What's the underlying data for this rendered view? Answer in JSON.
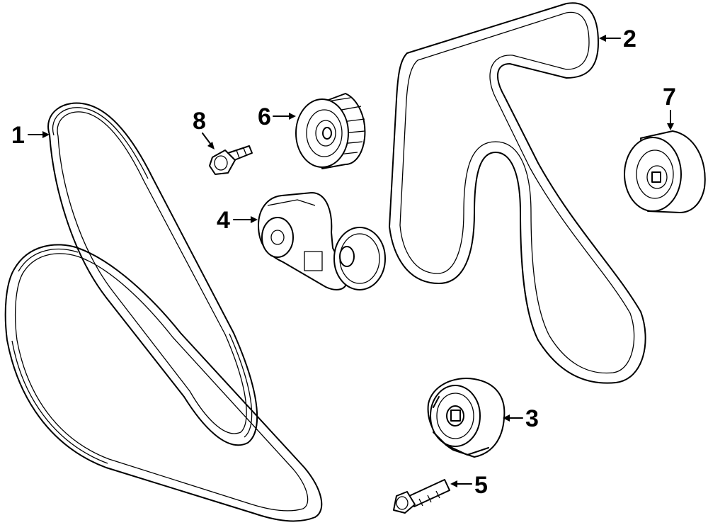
{
  "diagram": {
    "background": "#ffffff",
    "line_color": "#000000",
    "callouts": [
      {
        "id": "1",
        "label": "1",
        "part": "belt-serpentine-left"
      },
      {
        "id": "2",
        "label": "2",
        "part": "belt-serpentine-right"
      },
      {
        "id": "3",
        "label": "3",
        "part": "idler-pulley-assembly"
      },
      {
        "id": "4",
        "label": "4",
        "part": "belt-tensioner"
      },
      {
        "id": "5",
        "label": "5",
        "part": "mounting-bolt-long"
      },
      {
        "id": "6",
        "label": "6",
        "part": "grooved-idler-pulley"
      },
      {
        "id": "7",
        "label": "7",
        "part": "smooth-idler-pulley"
      },
      {
        "id": "8",
        "label": "8",
        "part": "mounting-bolt-short"
      }
    ]
  }
}
